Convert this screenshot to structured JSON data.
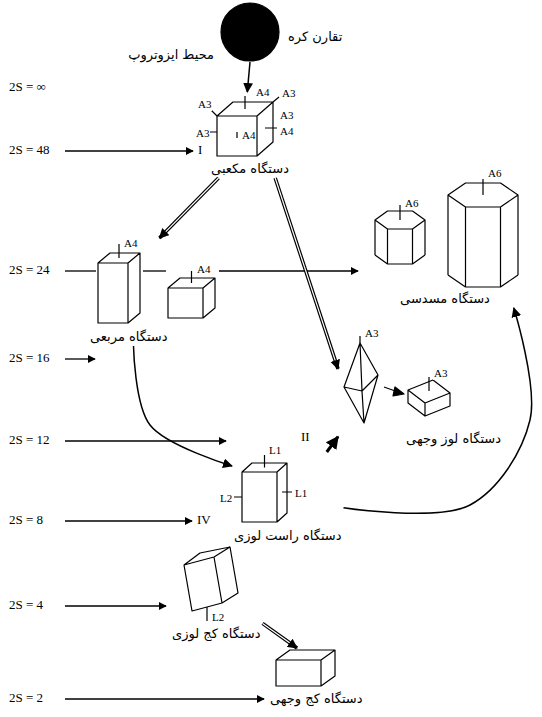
{
  "diagram": {
    "nodes": [
      {
        "text": [
          "تقارن کره",
          "محیط ایزوتروپ"
        ]
      },
      {
        "text": [
          "دستگاه مکعبی"
        ]
      },
      {
        "text": [
          "دستگاه مسدسی"
        ]
      },
      {
        "text": [
          "دستگاه مربعی"
        ]
      },
      {
        "text": [
          "دستگاه لوز وجهی"
        ]
      },
      {
        "text": [
          "دستگاه راست لوزی"
        ]
      },
      {
        "text": [
          "دستگاه کج لوزی"
        ]
      },
      {
        "text": [
          "دستگاه کج وجهی"
        ]
      }
    ],
    "edges": [
      {
        "from": 0,
        "to": 1,
        "arrow": "to"
      },
      {
        "from": 1,
        "to": 3,
        "arrow": "to"
      },
      {
        "from": 1,
        "to": 4,
        "arrow": "to"
      },
      {
        "from": 3,
        "to": 5,
        "arrow": "to"
      },
      {
        "from": 5,
        "to": 4,
        "arrow": "to"
      },
      {
        "from": 5,
        "to": 2,
        "arrow": "to"
      },
      {
        "from": 6,
        "to": 7,
        "arrow": "to"
      }
    ],
    "labels": [
      "2S = ∞",
      "2S = 48",
      "2S = 24",
      "2S = 16",
      "2S = 12",
      "2S = 8",
      "2S = 4",
      "2S = 2",
      "I",
      "II",
      "IV",
      "A3",
      "A4",
      "A3",
      "A3",
      "A3",
      "A4",
      "A4",
      "A6",
      "A6",
      "A4",
      "A4",
      "A3",
      "A3",
      "L1",
      "L2",
      "L1",
      "L2"
    ]
  }
}
